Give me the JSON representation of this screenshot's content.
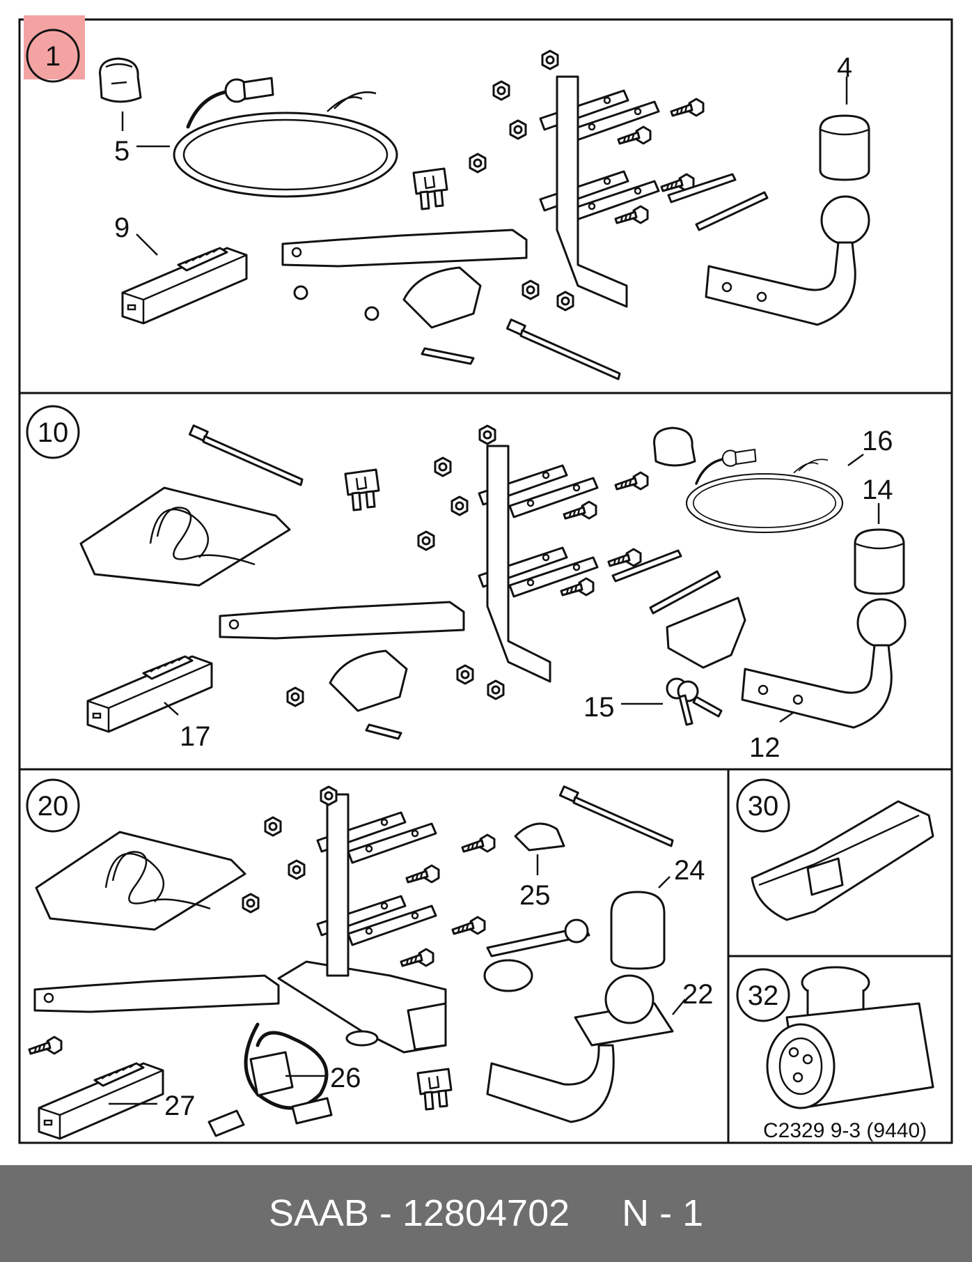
{
  "diagram": {
    "panels": [
      {
        "id": "1",
        "highlighted": true,
        "highlight_color": "#f4a3a3"
      },
      {
        "id": "10"
      },
      {
        "id": "20"
      },
      {
        "id": "30"
      },
      {
        "id": "32"
      }
    ],
    "callouts": [
      "4",
      "5",
      "9",
      "16",
      "14",
      "15",
      "17",
      "12",
      "24",
      "25",
      "22",
      "26",
      "27"
    ],
    "code": "C2329 9-3 (9440)"
  },
  "footer": {
    "text": "SAAB - 12804702     N - 1",
    "background": "#6e6e6e",
    "color": "#ffffff"
  }
}
